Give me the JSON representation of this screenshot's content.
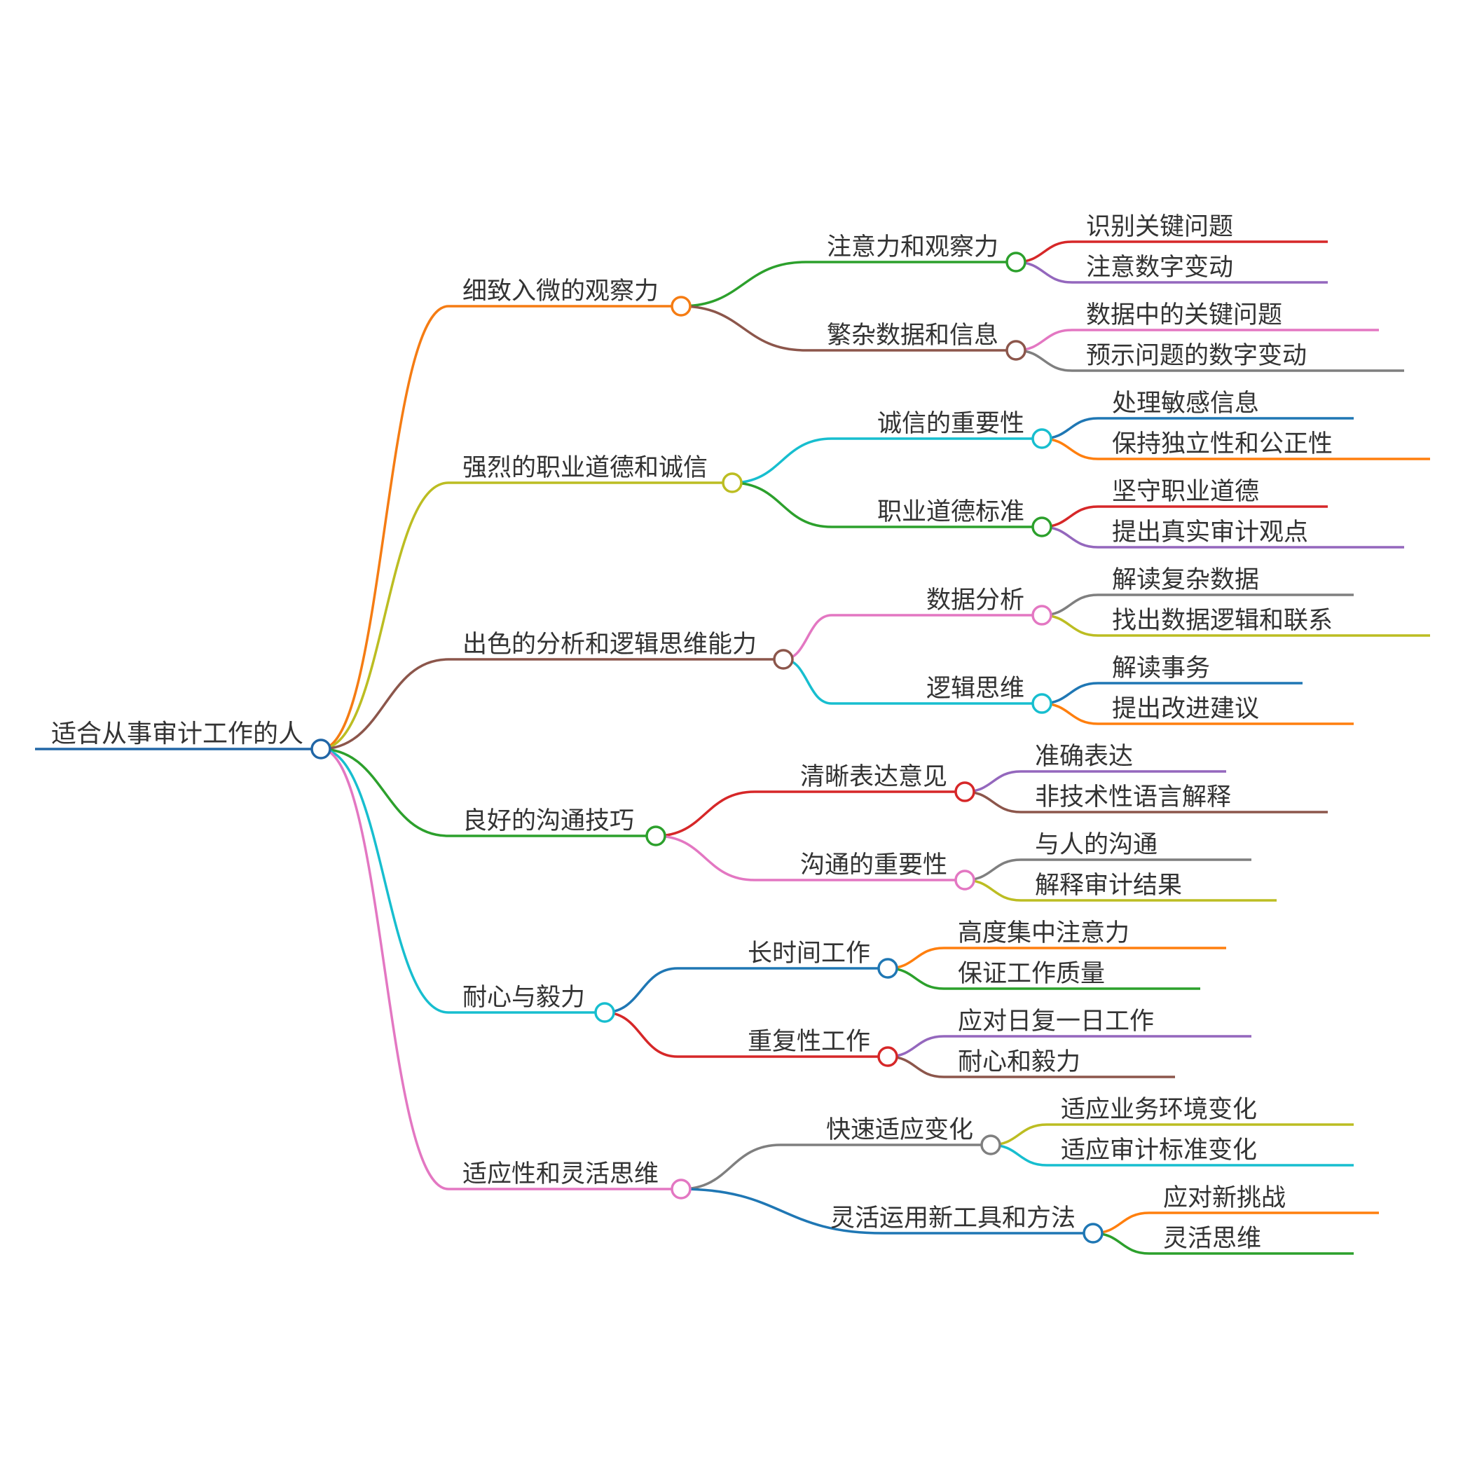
{
  "root": {
    "label": "适合从事审计工作的人",
    "color": "#2166a6"
  },
  "branches": [
    {
      "label": "细致入微的观察力",
      "color": "#f57c13",
      "children": [
        {
          "label": "注意力和观察力",
          "color": "#2ca02c",
          "children": [
            {
              "label": "识别关键问题",
              "color": "#d62728"
            },
            {
              "label": "注意数字变动",
              "color": "#9467bd"
            }
          ]
        },
        {
          "label": "繁杂数据和信息",
          "color": "#8c564b",
          "children": [
            {
              "label": "数据中的关键问题",
              "color": "#e377c2"
            },
            {
              "label": "预示问题的数字变动",
              "color": "#7f7f7f"
            }
          ]
        }
      ]
    },
    {
      "label": "强烈的职业道德和诚信",
      "color": "#bcbd22",
      "children": [
        {
          "label": "诚信的重要性",
          "color": "#17becf",
          "children": [
            {
              "label": "处理敏感信息",
              "color": "#1f77b4"
            },
            {
              "label": "保持独立性和公正性",
              "color": "#ff7f0e"
            }
          ]
        },
        {
          "label": "职业道德标准",
          "color": "#2ca02c",
          "children": [
            {
              "label": "坚守职业道德",
              "color": "#d62728"
            },
            {
              "label": "提出真实审计观点",
              "color": "#9467bd"
            }
          ]
        }
      ]
    },
    {
      "label": "出色的分析和逻辑思维能力",
      "color": "#8c564b",
      "children": [
        {
          "label": "数据分析",
          "color": "#e377c2",
          "children": [
            {
              "label": "解读复杂数据",
              "color": "#7f7f7f"
            },
            {
              "label": "找出数据逻辑和联系",
              "color": "#bcbd22"
            }
          ]
        },
        {
          "label": "逻辑思维",
          "color": "#17becf",
          "children": [
            {
              "label": "解读事务",
              "color": "#1f77b4"
            },
            {
              "label": "提出改进建议",
              "color": "#ff7f0e"
            }
          ]
        }
      ]
    },
    {
      "label": "良好的沟通技巧",
      "color": "#2ca02c",
      "children": [
        {
          "label": "清晰表达意见",
          "color": "#d62728",
          "children": [
            {
              "label": "准确表达",
              "color": "#9467bd"
            },
            {
              "label": "非技术性语言解释",
              "color": "#8c564b"
            }
          ]
        },
        {
          "label": "沟通的重要性",
          "color": "#e377c2",
          "children": [
            {
              "label": "与人的沟通",
              "color": "#7f7f7f"
            },
            {
              "label": "解释审计结果",
              "color": "#bcbd22"
            }
          ]
        }
      ]
    },
    {
      "label": "耐心与毅力",
      "color": "#17becf",
      "children": [
        {
          "label": "长时间工作",
          "color": "#1f77b4",
          "children": [
            {
              "label": "高度集中注意力",
              "color": "#ff7f0e"
            },
            {
              "label": "保证工作质量",
              "color": "#2ca02c"
            }
          ]
        },
        {
          "label": "重复性工作",
          "color": "#d62728",
          "children": [
            {
              "label": "应对日复一日工作",
              "color": "#9467bd"
            },
            {
              "label": "耐心和毅力",
              "color": "#8c564b"
            }
          ]
        }
      ]
    },
    {
      "label": "适应性和灵活思维",
      "color": "#e377c2",
      "children": [
        {
          "label": "快速适应变化",
          "color": "#7f7f7f",
          "children": [
            {
              "label": "适应业务环境变化",
              "color": "#bcbd22"
            },
            {
              "label": "适应审计标准变化",
              "color": "#17becf"
            }
          ]
        },
        {
          "label": "灵活运用新工具和方法",
          "color": "#1f77b4",
          "children": [
            {
              "label": "应对新挑战",
              "color": "#ff7f0e"
            },
            {
              "label": "灵活思维",
              "color": "#2ca02c"
            }
          ]
        }
      ]
    }
  ]
}
